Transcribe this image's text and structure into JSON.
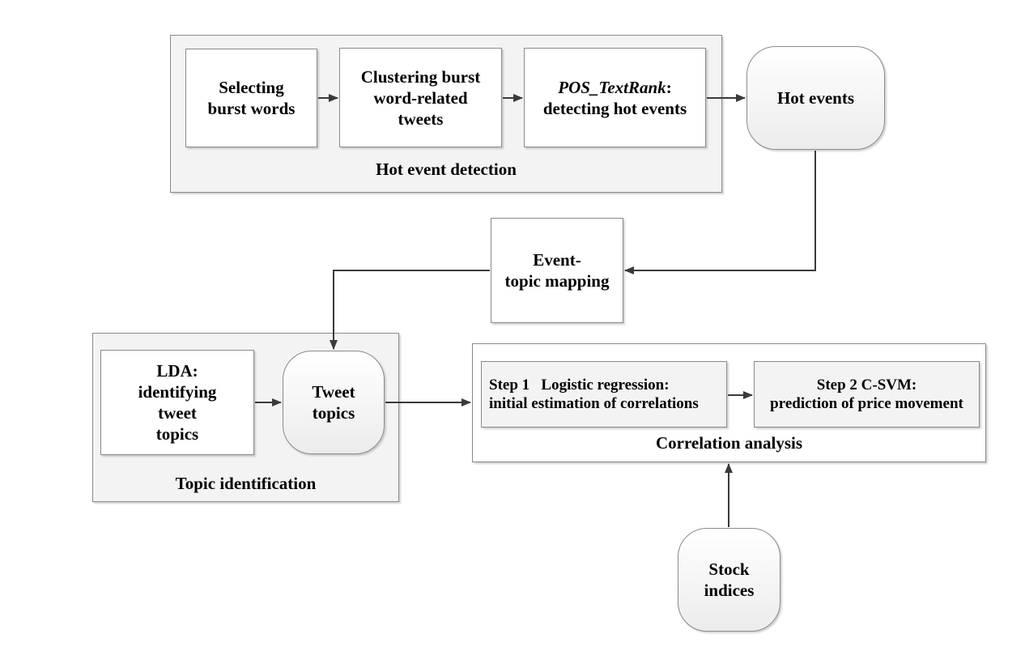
{
  "hot_event_detection": {
    "label": "Hot event detection",
    "selecting": [
      "Selecting",
      "burst words"
    ],
    "clustering": [
      "Clustering burst",
      "word-related",
      "tweets"
    ],
    "pos_textrank": {
      "name": "POS_TextRank",
      "colon": ":",
      "line2": "detecting hot events"
    }
  },
  "hot_events": "Hot events",
  "mapping": [
    "Event-",
    "topic mapping"
  ],
  "topic_identification": {
    "label": "Topic identification",
    "lda": [
      "LDA:",
      "identifying",
      "tweet",
      "topics"
    ],
    "tweet_topics": [
      "Tweet",
      "topics"
    ]
  },
  "correlation_analysis": {
    "label": "Correlation analysis",
    "step1": [
      "Step 1   Logistic regression:",
      "initial estimation of correlations"
    ],
    "step2": [
      "Step 2 C-SVM:",
      "prediction of price movement"
    ]
  },
  "stock_indices": [
    "Stock",
    "indices"
  ]
}
